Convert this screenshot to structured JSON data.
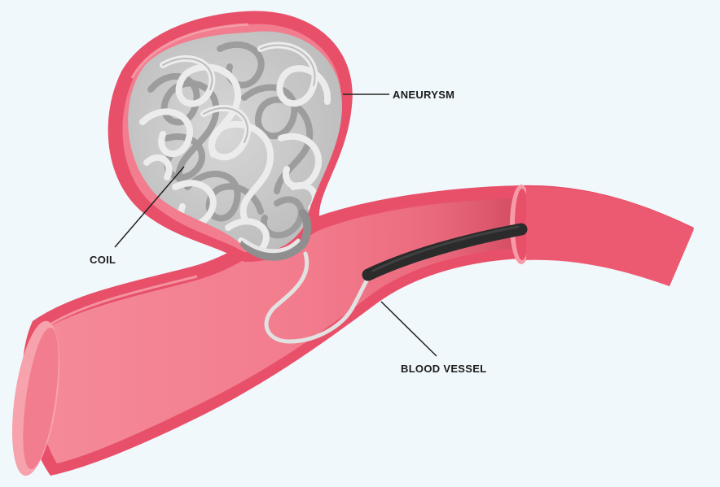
{
  "labels": {
    "aneurysm": "ANEURYSM",
    "coil": "COIL",
    "blood_vessel": "BLOOD VESSEL"
  },
  "colors": {
    "background": "#f1f8fb",
    "vessel_wall": "#e8506a",
    "vessel_lumen": "#f27f90",
    "vessel_highlight": "#f7a9b3",
    "coil_light": "#e9e9e9",
    "coil_dark": "#9a9a9a",
    "catheter": "#2d2d2d",
    "wire": "#e6e6e6"
  }
}
